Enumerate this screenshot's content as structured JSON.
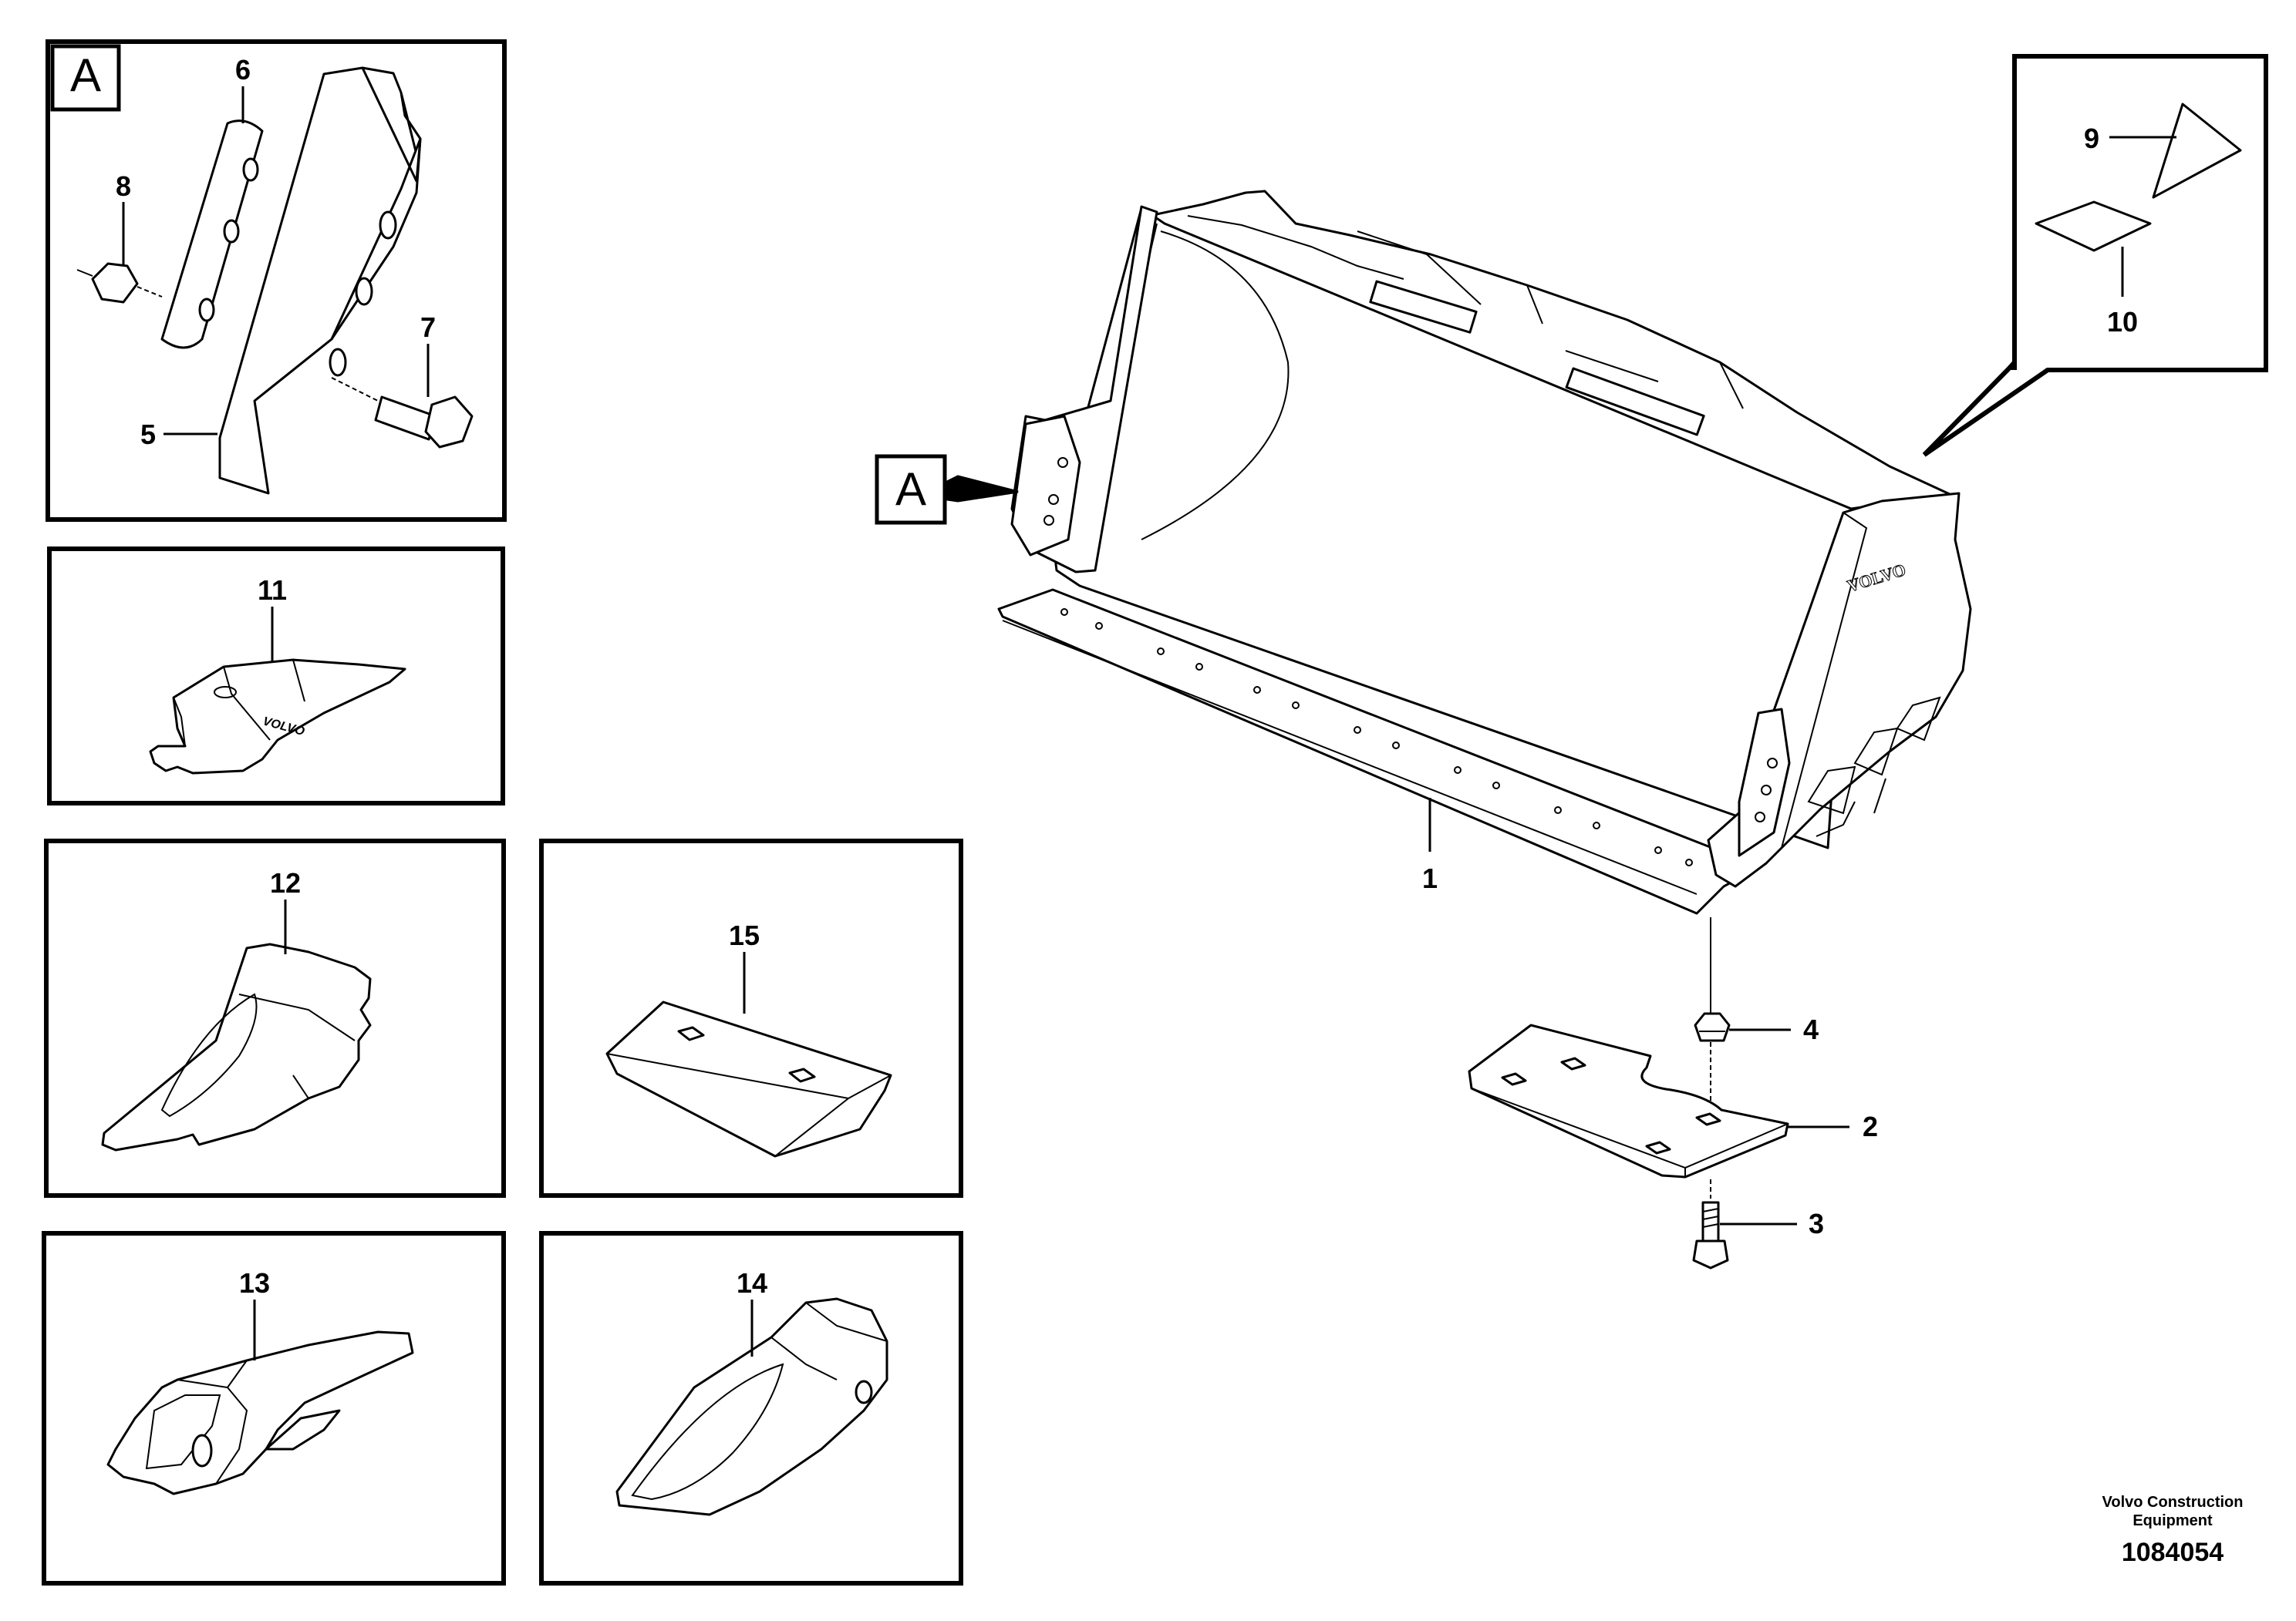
{
  "detail_label": "A",
  "callouts": {
    "c1": "1",
    "c2": "2",
    "c3": "3",
    "c4": "4",
    "c5": "5",
    "c6": "6",
    "c7": "7",
    "c8": "8",
    "c9": "9",
    "c10": "10",
    "c11": "11",
    "c12": "12",
    "c13": "13",
    "c14": "14",
    "c15": "15"
  },
  "bucket_brand": "VOLVO",
  "tooth_brand": "VOLVO",
  "footer": {
    "company_line1": "Volvo Construction",
    "company_line2": "Equipment",
    "drawing_number": "1084054"
  }
}
